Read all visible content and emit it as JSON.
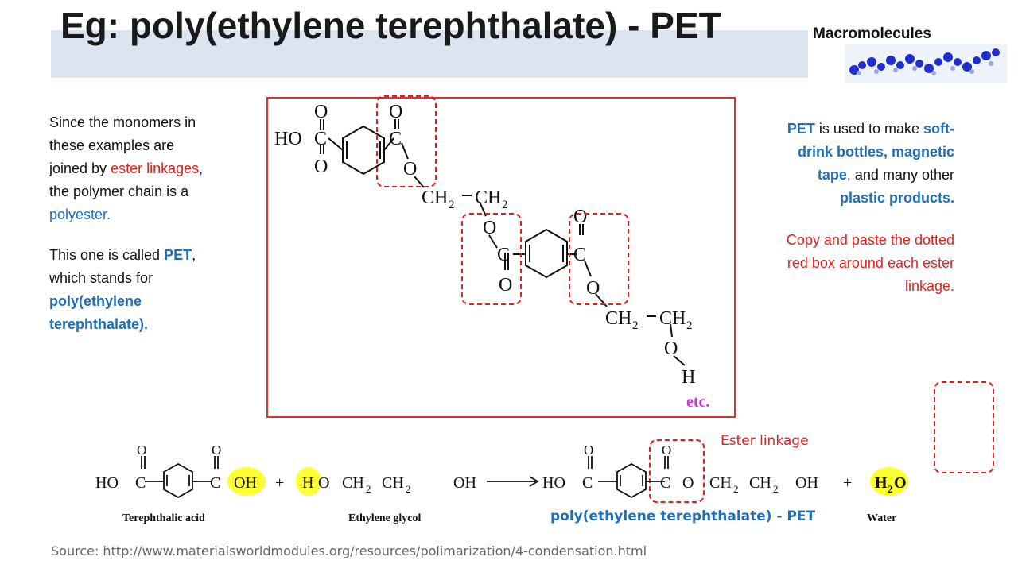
{
  "title": "Eg: poly(ethylene terephthalate) - PET",
  "macro_label": "Macromolecules",
  "left_text": {
    "p1_a": "Since the monomers in these examples are joined by",
    "p1_red": "ester linkages",
    "p1_b": ", the polymer chain is a",
    "p1_blue": "polyester.",
    "p2_a": "This one is called",
    "p2_pet": "PET",
    "p2_b": ", which stands for",
    "p2_full": "poly(ethylene terephthalate)."
  },
  "right_text": {
    "pet": "PET",
    "a": " is used to make ",
    "b1": "soft-drink bottles, magnetic tape",
    "c": ", and many other ",
    "d": "plastic products.",
    "note": "Copy and paste the dotted red box around each ester linkage."
  },
  "structure": {
    "atoms": {
      "ho": "HO",
      "c": "C",
      "o": "O",
      "ch2": "CH",
      "sub2": "2",
      "h": "H",
      "etc": "etc."
    }
  },
  "reaction": {
    "ho": "HO",
    "c": "C",
    "o": "O",
    "oh": "OH",
    "plus": "+",
    "h": "H",
    "ch2": "CH",
    "sub2": "2",
    "h2o_h": "H",
    "h2o_o": "O",
    "terephthalic": "Terephthalic acid",
    "ethylene_glycol": "Ethylene glycol",
    "water": "Water"
  },
  "ester_label": "Ester linkage",
  "pet_label": "poly(ethylene terephthalate) - PET",
  "source": "Source:  http://www.materialsworldmodules.org/resources/polimarization/4-condensation.html",
  "colors": {
    "accent_red": "#e0201b",
    "accent_blue": "#1f6fb8",
    "band": "#dbe5f1",
    "highlight": "#ffff33",
    "etc": "#cc33cc"
  }
}
